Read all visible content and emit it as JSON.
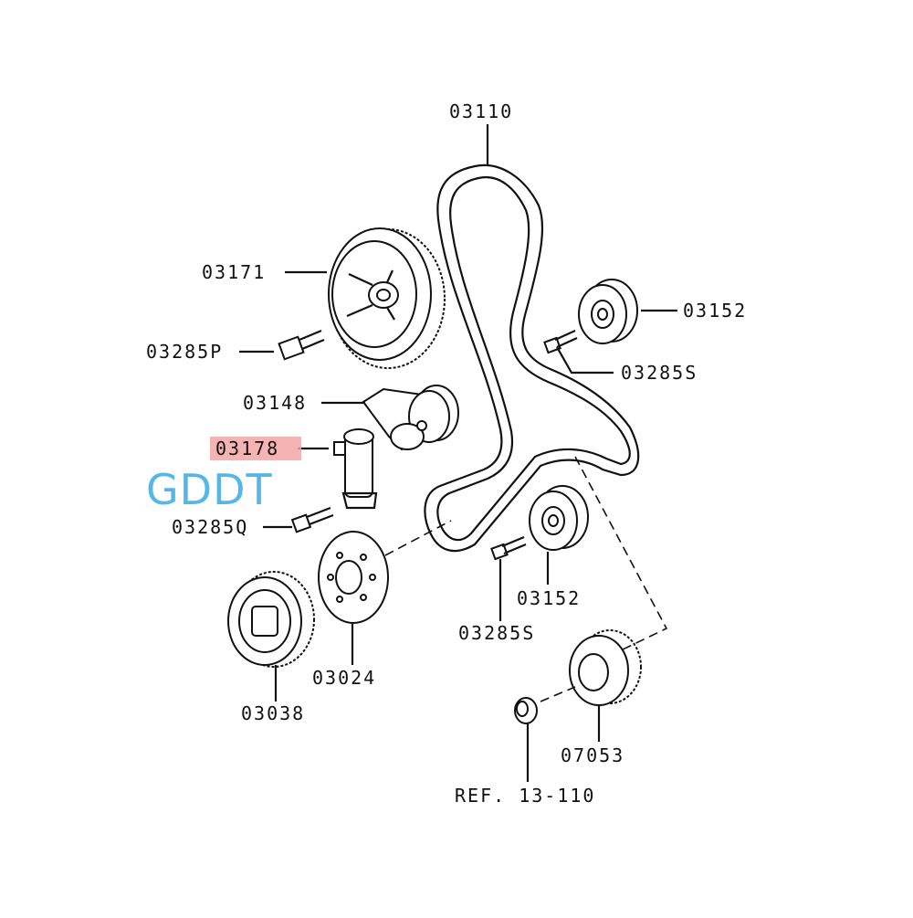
{
  "diagram": {
    "labels": {
      "belt": "03110",
      "camshaft_sprocket": "03171",
      "idler_pulley_upper": "03152",
      "bolt_p": "03285P",
      "bolt_s_upper": "03285S",
      "tensioner_arm": "03148",
      "auto_tensioner": "03178",
      "bolt_q": "03285Q",
      "idler_pulley_lower": "03152",
      "bolt_s_lower": "03285S",
      "flange": "03024",
      "crank_sprocket": "03038",
      "oil_pump_sprocket": "07053",
      "ref": "REF. 13-110"
    },
    "highlighted_label": "03178",
    "highlight_color": "#f4a6a6"
  },
  "watermark": {
    "text": "GDDT",
    "color": "#55b7e6"
  }
}
